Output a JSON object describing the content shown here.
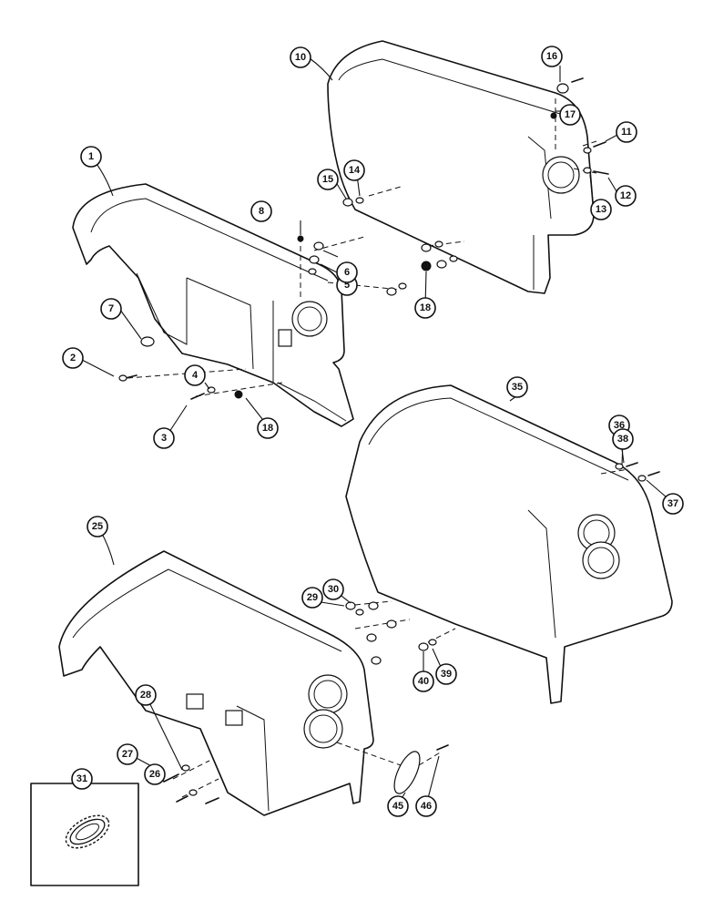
{
  "callouts": [
    {
      "id": "c1",
      "label": "1"
    },
    {
      "id": "c2",
      "label": "2"
    },
    {
      "id": "c3",
      "label": "3"
    },
    {
      "id": "c4",
      "label": "4"
    },
    {
      "id": "c5",
      "label": "5"
    },
    {
      "id": "c6",
      "label": "6"
    },
    {
      "id": "c7",
      "label": "7"
    },
    {
      "id": "c8",
      "label": "8"
    },
    {
      "id": "c10",
      "label": "10"
    },
    {
      "id": "c11",
      "label": "11"
    },
    {
      "id": "c12",
      "label": "12"
    },
    {
      "id": "c13",
      "label": "13"
    },
    {
      "id": "c14",
      "label": "14"
    },
    {
      "id": "c15",
      "label": "15"
    },
    {
      "id": "c16",
      "label": "16"
    },
    {
      "id": "c17",
      "label": "17"
    },
    {
      "id": "c18a",
      "label": "18"
    },
    {
      "id": "c18b",
      "label": "18"
    },
    {
      "id": "c25",
      "label": "25"
    },
    {
      "id": "c26",
      "label": "26"
    },
    {
      "id": "c27",
      "label": "27"
    },
    {
      "id": "c28",
      "label": "28"
    },
    {
      "id": "c29",
      "label": "29"
    },
    {
      "id": "c30",
      "label": "30"
    },
    {
      "id": "c31",
      "label": "31"
    },
    {
      "id": "c35",
      "label": "35"
    },
    {
      "id": "c36",
      "label": "36"
    },
    {
      "id": "c37",
      "label": "37"
    },
    {
      "id": "c38",
      "label": "38"
    },
    {
      "id": "c39",
      "label": "39"
    },
    {
      "id": "c40",
      "label": "40"
    },
    {
      "id": "c45",
      "label": "45"
    },
    {
      "id": "c46",
      "label": "46"
    }
  ]
}
